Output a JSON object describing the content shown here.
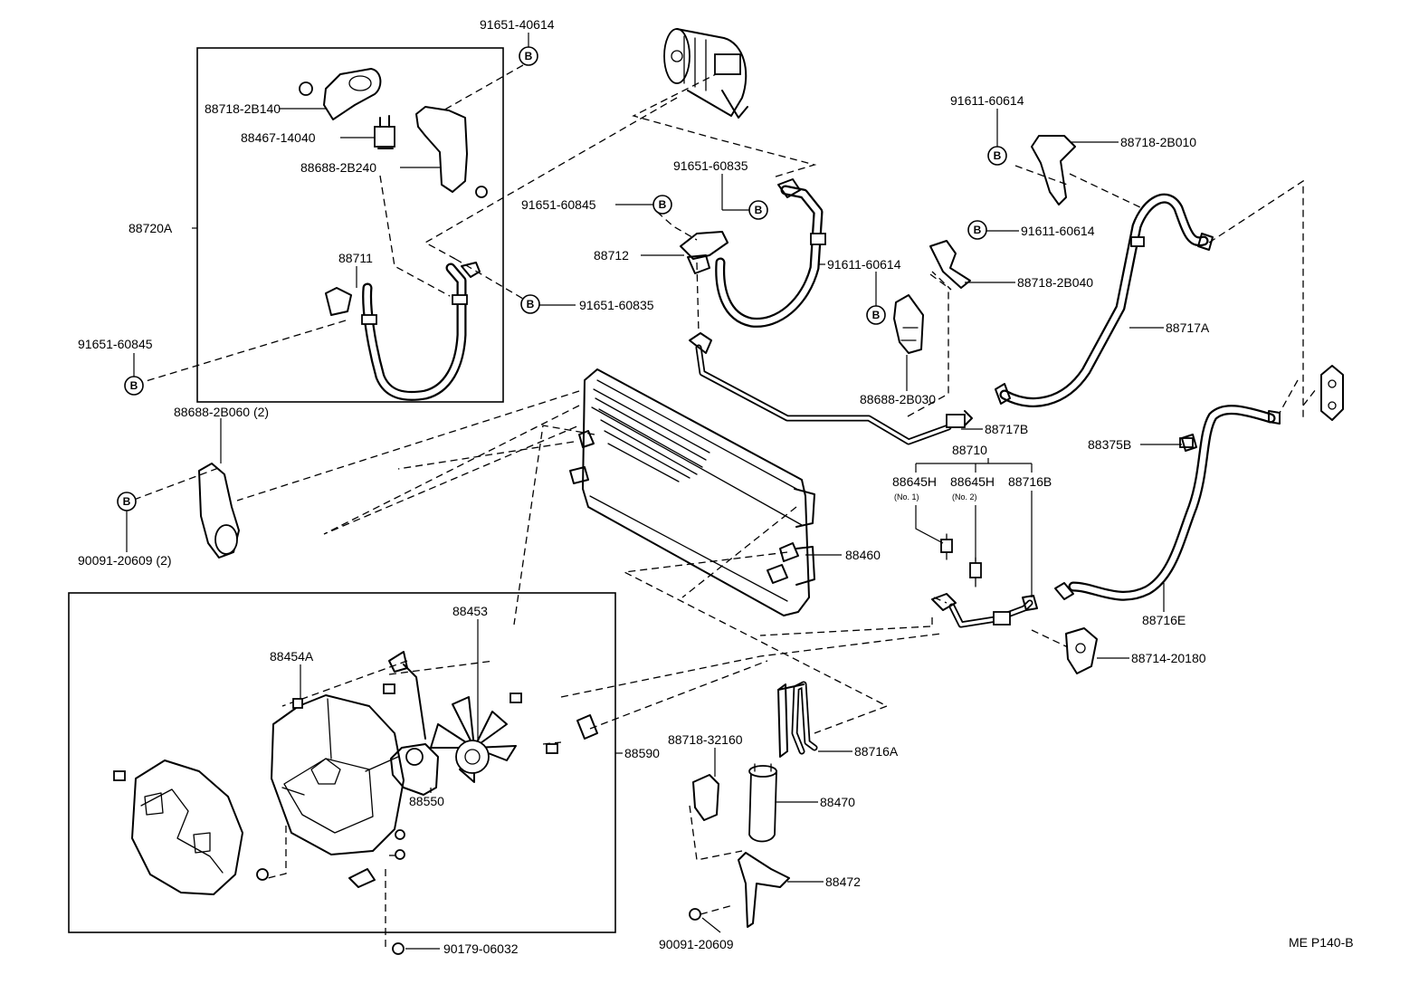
{
  "diagram_id": "ME P140-B",
  "b_symbol": "B",
  "labels": {
    "p_91651_40614": "91651-40614",
    "p_88718_2B140": "88718-2B140",
    "p_88467_14040": "88467-14040",
    "p_88688_2B240": "88688-2B240",
    "p_88720A": "88720A",
    "p_88711": "88711",
    "p_91651_60835_a": "91651-60835",
    "p_91651_60845_a": "91651-60845",
    "p_88688_2B060": "88688-2B060 (2)",
    "p_90091_20609_2": "90091-20609 (2)",
    "p_91651_60835_b": "91651-60835",
    "p_91651_60845_b": "91651-60845",
    "p_88712": "88712",
    "p_91611_60614_a": "91611-60614",
    "p_91611_60614_b": "91611-60614",
    "p_91611_60614_c": "91611-60614",
    "p_88718_2B010": "88718-2B010",
    "p_88718_2B040": "88718-2B040",
    "p_88717A": "88717A",
    "p_88688_2B030": "88688-2B030",
    "p_88717B": "88717B",
    "p_88710": "88710",
    "p_88645H_1": "88645H",
    "p_88645H_2": "88645H",
    "p_no1": "(No. 1)",
    "p_no2": "(No. 2)",
    "p_88716B": "88716B",
    "p_88375B": "88375B",
    "p_88716E": "88716E",
    "p_88460": "88460",
    "p_88714_20180": "88714-20180",
    "p_88453": "88453",
    "p_88454A": "88454A",
    "p_88590": "88590",
    "p_88550": "88550",
    "p_88718_32160": "88718-32160",
    "p_88716A": "88716A",
    "p_88470": "88470",
    "p_88472": "88472",
    "p_90091_20609": "90091-20609",
    "p_90179_06032": "90179-06032"
  }
}
